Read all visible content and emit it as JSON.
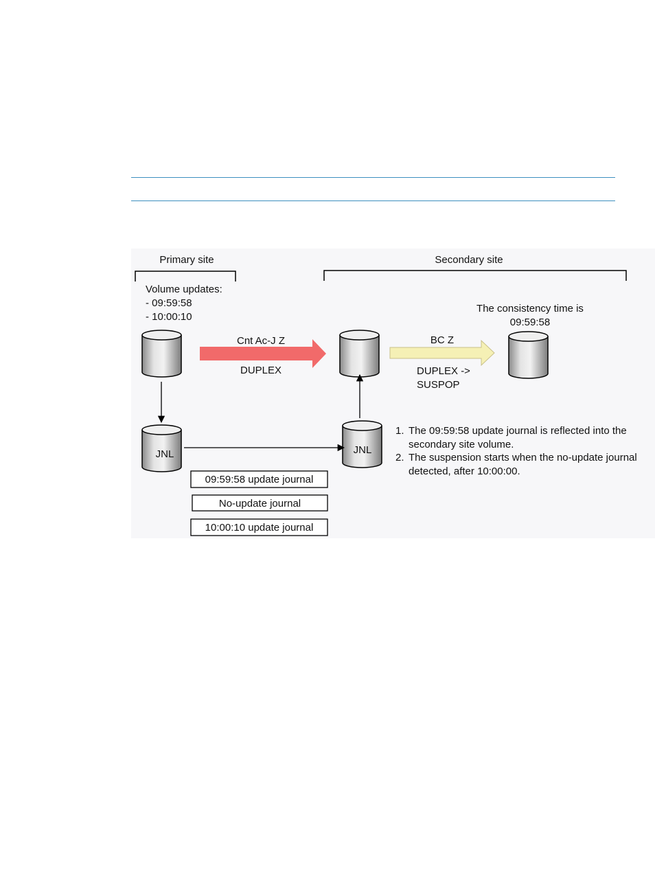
{
  "diagram": {
    "primary_site_label": "Primary site",
    "secondary_site_label": "Secondary site",
    "volume_updates": {
      "heading": "Volume updates:",
      "items": [
        "- 09:59:58",
        "- 10:00:10"
      ]
    },
    "consistency": {
      "line1": "The consistency time is",
      "line2": "09:59:58"
    },
    "cnt_arrow": {
      "label": "Cnt Ac-J Z",
      "status": "DUPLEX",
      "color": "#f16a6a"
    },
    "bc_arrow": {
      "label": "BC Z",
      "status_line1": "DUPLEX ->",
      "status_line2": "SUSPOP",
      "fill_color": "#f5f0b5"
    },
    "jnl_label_primary": "JNL",
    "jnl_label_secondary": "JNL",
    "journals": [
      "09:59:58 update journal",
      "No-update journal",
      "10:00:10 update journal"
    ],
    "notes": [
      {
        "num": "1.",
        "line1": "The 09:59:58 update journal is reflected into the",
        "line2": "secondary site volume."
      },
      {
        "num": "2.",
        "line1": "The suspension starts when the no-update journal",
        "line2": "detected, after 10:00:00."
      }
    ]
  }
}
